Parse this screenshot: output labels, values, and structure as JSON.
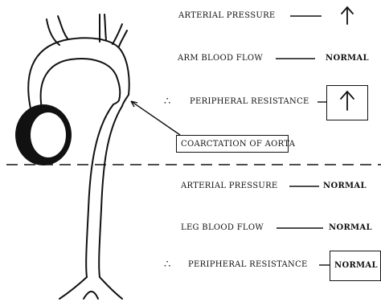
{
  "upper": {
    "arterial_pressure": {
      "label": "ARTERIAL PRESSURE",
      "value_icon": "arrow-up-icon"
    },
    "arm_blood_flow": {
      "label": "ARM BLOOD FLOW",
      "value": "NORMAL"
    },
    "peripheral_resistance": {
      "prefix": "∴",
      "label": "PERIPHERAL RESISTANCE",
      "value_icon": "arrow-up-icon"
    }
  },
  "callout": {
    "label": "COARCTATION OF AORTA"
  },
  "lower": {
    "arterial_pressure": {
      "label": "ARTERIAL PRESSURE",
      "value": "NORMAL"
    },
    "leg_blood_flow": {
      "label": "LEG BLOOD FLOW",
      "value": "NORMAL"
    },
    "peripheral_resistance": {
      "prefix": "∴",
      "label": "PERIPHERAL RESISTANCE",
      "value": "NORMAL"
    }
  }
}
